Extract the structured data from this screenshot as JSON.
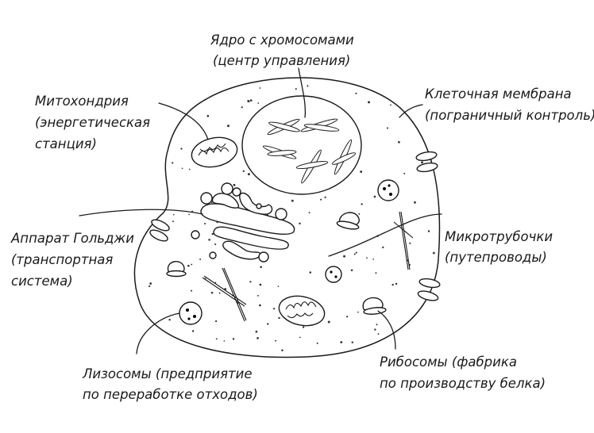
{
  "labels": {
    "nucleus": [
      "Ядро с хромосомами",
      "(центр управления)"
    ],
    "mitochondria": [
      "Митохондрия",
      "(энергетическая",
      "станция)"
    ],
    "membrane": [
      "Клеточная мембрана",
      "(пограничный контроль)"
    ],
    "golgi": [
      "Аппарат Гольджи",
      "(транспортная",
      "система)"
    ],
    "microtubules": [
      "Микротрубочки",
      "(путепроводы)"
    ],
    "lysosomes": [
      "Лизосомы (предприятие",
      "по переработке отходов)"
    ],
    "ribosomes": [
      "Рибосомы (фабрика",
      "по производству белка)"
    ]
  },
  "colors": {
    "ink": "#1a1a1a",
    "background": "#ffffff"
  }
}
